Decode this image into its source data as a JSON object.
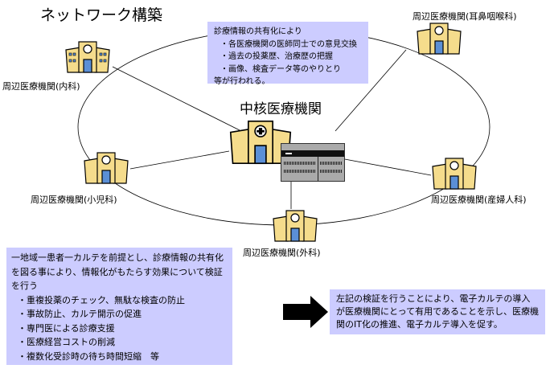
{
  "title": "ネットワーク構築",
  "hub": {
    "label": "中核医療機関",
    "icons": [
      "hospital-icon",
      "computer-terminal-icon"
    ]
  },
  "nodes": [
    {
      "id": "internal",
      "label": "周辺医療機関(内科)",
      "icon": "hospital-icon"
    },
    {
      "id": "ent",
      "label": "周辺医療機関(耳鼻咽喉科)",
      "icon": "hospital-icon"
    },
    {
      "id": "pediatrics",
      "label": "周辺医療機関(小児科)",
      "icon": "hospital-icon"
    },
    {
      "id": "obgyn",
      "label": "周辺医療機関(産婦人科)",
      "icon": "hospital-icon"
    },
    {
      "id": "surgery",
      "label": "周辺医療機関(外科)",
      "icon": "hospital-icon"
    }
  ],
  "top_note": {
    "intro": "診療情報の共有化により",
    "bullets": [
      "・各医療機関の医師同士での意見交換",
      "・過去の投薬歴、治療歴の把握",
      "・画像、検査データ等のやりとり"
    ],
    "outro": "等が行われる。"
  },
  "bottom_left": {
    "intro": "一地域一患者一カルテを前提とし、診療情報の共有化を図る事により、情報化がもたらす効果について検証を行う",
    "bullets": [
      "・重複投薬のチェック、無駄な検査の防止",
      "・事故防止、カルテ開示の促進",
      "・専門医による診療支援",
      "・医療経営コストの削減",
      "・複数化受診時の待ち時間短縮　等"
    ]
  },
  "arrow_icon": "right-arrow-icon",
  "bottom_right": {
    "text": "左記の検証を行うことにより、電子カルテの導入が医療機関にとって有用であることを示し、医療機関のIT化の推進、電子カルテ導入を促す。"
  },
  "colors": {
    "note_bg": "#ccccff",
    "building": "#f5dc8c",
    "window": "#5b8fd6"
  }
}
